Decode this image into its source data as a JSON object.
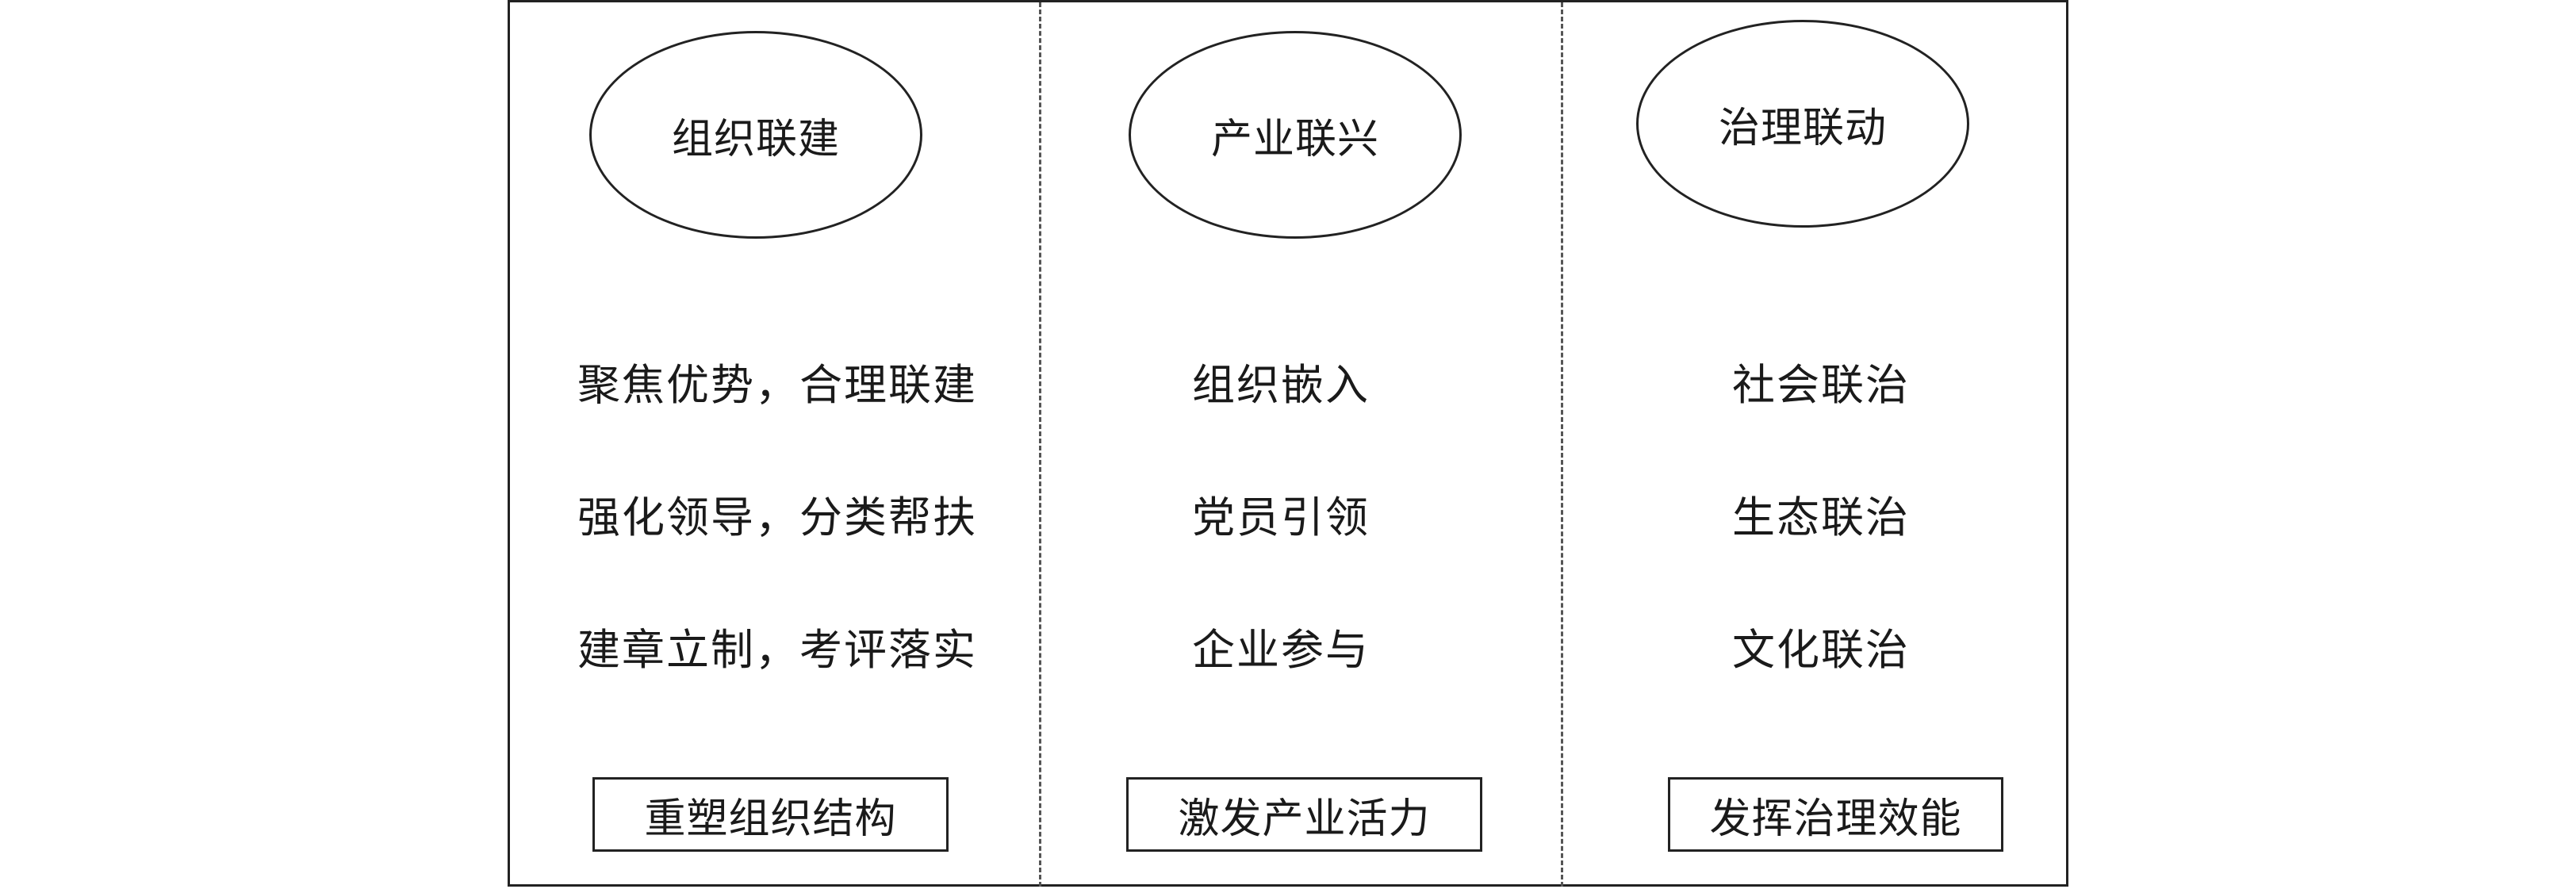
{
  "columns": [
    {
      "heading": "组织联建",
      "items": [
        "聚焦优势，合理联建",
        "强化领导，分类帮扶",
        "建章立制，考评落实"
      ],
      "result": "重塑组织结构"
    },
    {
      "heading": "产业联兴",
      "items": [
        "组织嵌入",
        "党员引领",
        "企业参与"
      ],
      "result": "激发产业活力"
    },
    {
      "heading": "治理联动",
      "items": [
        "社会联治",
        "生态联治",
        "文化联治"
      ],
      "result": "发挥治理效能"
    }
  ],
  "colors": {
    "line": "#222222",
    "dashed_divider": "#555555",
    "text": "#1a1a1a",
    "background": "#ffffff"
  }
}
